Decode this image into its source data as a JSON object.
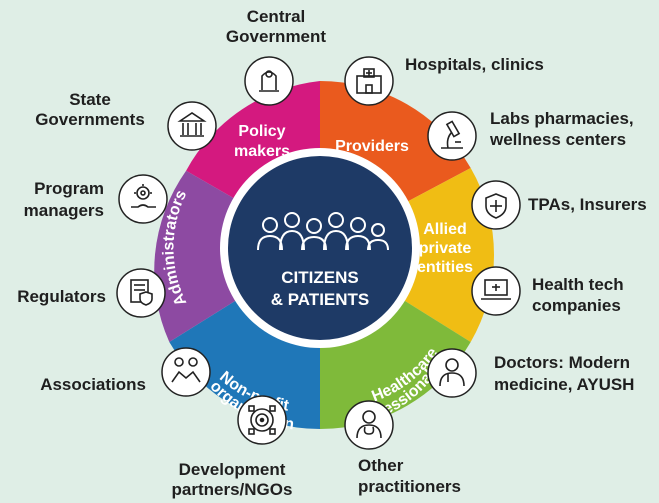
{
  "center": {
    "line1": "CITIZENS",
    "line2": "& PATIENTS"
  },
  "segments": [
    {
      "id": "policy",
      "line1": "Policy",
      "line2": "makers",
      "color": "#d4197f"
    },
    {
      "id": "providers",
      "label": "Providers",
      "color": "#ea5a1e"
    },
    {
      "id": "allied",
      "line1": "Allied",
      "line2": "private",
      "line3": "entities",
      "color": "#f0bd14"
    },
    {
      "id": "healthcare",
      "line1": "Healthcare",
      "line2": "professionals",
      "color": "#7fba3a"
    },
    {
      "id": "nonprofit",
      "line1": "Non-profit",
      "line2": "organisation",
      "color": "#1f77b8"
    },
    {
      "id": "admin",
      "label": "Administrators",
      "color": "#8d4aa2"
    }
  ],
  "stakeholders": {
    "central_government": {
      "line1": "Central",
      "line2": "Government",
      "icon": "emblem-icon"
    },
    "hospitals": {
      "line1": "Hospitals, clinics",
      "icon": "hospital-icon"
    },
    "labs": {
      "line1": "Labs pharmacies,",
      "line2": "wellness centers",
      "icon": "microscope-icon"
    },
    "tpas": {
      "line1": "TPAs, Insurers",
      "icon": "insurance-icon"
    },
    "health_tech": {
      "line1": "Health tech",
      "line2": "companies",
      "icon": "laptop-icon"
    },
    "doctors": {
      "line1": "Doctors: Modern",
      "line2": "medicine, AYUSH",
      "icon": "doctor-icon"
    },
    "other_practitioners": {
      "line1": "Other",
      "line2": "practitioners",
      "icon": "practitioner-icon"
    },
    "development_partners": {
      "line1": "Development",
      "line2": "partners/NGOs",
      "icon": "target-icon"
    },
    "associations": {
      "line1": "Associations",
      "icon": "handshake-icon"
    },
    "regulators": {
      "line1": "Regulators",
      "icon": "document-shield-icon"
    },
    "program_managers": {
      "line1": "Program",
      "line2": "managers",
      "icon": "gear-hand-icon"
    },
    "state_governments": {
      "line1": "State",
      "line2": "Governments",
      "icon": "capitol-icon"
    }
  },
  "colors": {
    "background": "#dfeee6",
    "center": "#1e3a66",
    "center_ring": "#ffffff"
  }
}
